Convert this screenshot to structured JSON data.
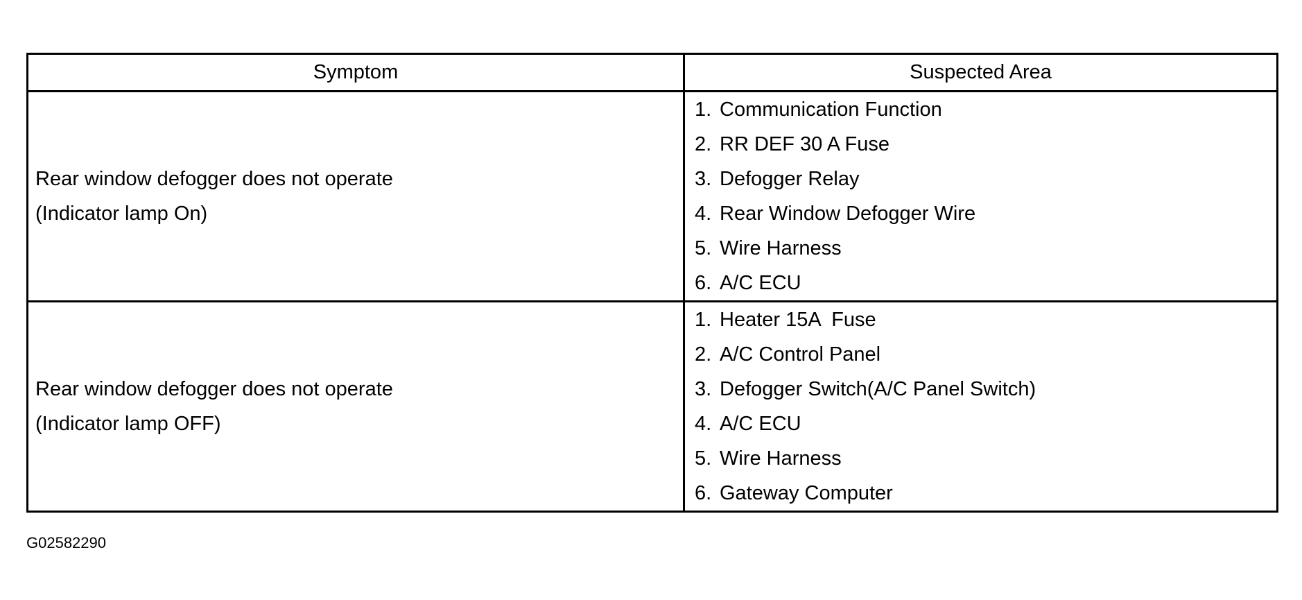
{
  "table": {
    "headers": {
      "symptom": "Symptom",
      "suspected_area": "Suspected Area"
    },
    "rows": [
      {
        "symptom_line1": "Rear window defogger does not operate",
        "symptom_line2": "(Indicator lamp On)",
        "areas": [
          {
            "num": "1.",
            "text": "Communication Function"
          },
          {
            "num": "2.",
            "text": "RR DEF 30 A Fuse"
          },
          {
            "num": "3.",
            "text": "Defogger Relay"
          },
          {
            "num": "4.",
            "text": "Rear Window Defogger Wire"
          },
          {
            "num": "5.",
            "text": "Wire Harness"
          },
          {
            "num": "6.",
            "text": "A/C ECU"
          }
        ]
      },
      {
        "symptom_line1": "Rear window defogger does not operate",
        "symptom_line2": "(Indicator lamp OFF)",
        "areas": [
          {
            "num": "1.",
            "text": "Heater 15A  Fuse"
          },
          {
            "num": "2.",
            "text": "A/C Control Panel"
          },
          {
            "num": "3.",
            "text": "Defogger Switch(A/C Panel Switch)"
          },
          {
            "num": "4.",
            "text": "A/C ECU"
          },
          {
            "num": "5.",
            "text": "Wire Harness"
          },
          {
            "num": "6.",
            "text": "Gateway Computer"
          }
        ]
      }
    ]
  },
  "figure_id": "G02582290"
}
